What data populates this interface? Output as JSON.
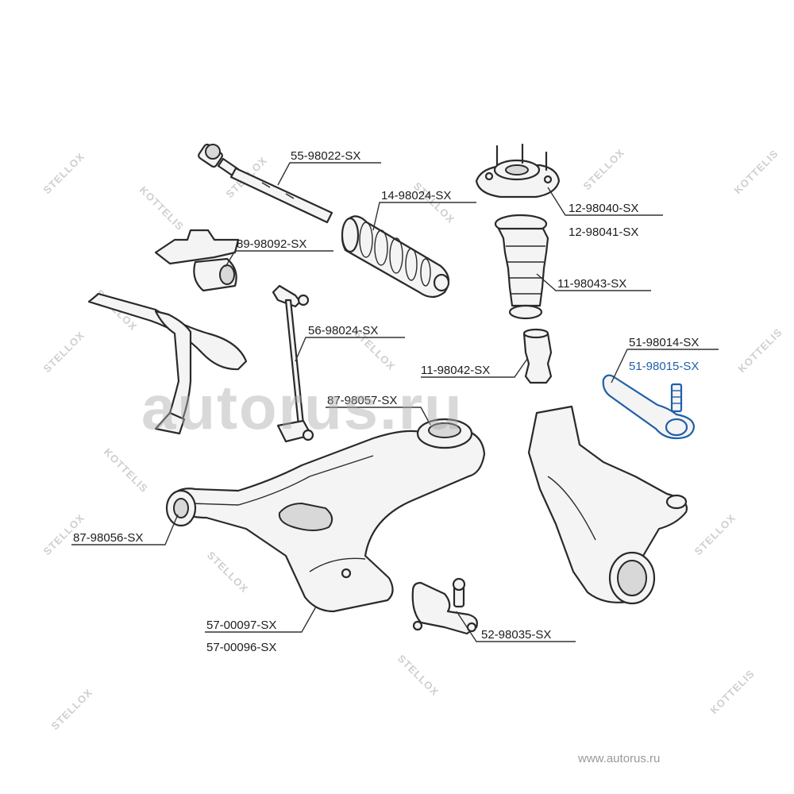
{
  "watermarks": {
    "brand_a": "STELLOX",
    "brand_b": "KOTTELIS",
    "site_big": "autorus.ru",
    "site_url": "www.autorus.ru"
  },
  "colors": {
    "highlight": "#1f5fa8",
    "line": "#2a2a2a",
    "watermark": "#cfcfcf"
  },
  "labels": {
    "tie_rod": "55-98022-SX",
    "bellows": "14-98024-SX",
    "strut_mount_a": "12-98040-SX",
    "strut_mount_b": "12-98041-SX",
    "stabilizer_bushing": "89-98092-SX",
    "dust_boot": "11-98043-SX",
    "stabilizer_link": "56-98024-SX",
    "bump_stop": "11-98042-SX",
    "tie_rod_end_a": "51-98014-SX",
    "tie_rod_end_b": "51-98015-SX",
    "rear_bushing": "87-98057-SX",
    "front_bushing": "87-98056-SX",
    "control_arm_a": "57-00097-SX",
    "control_arm_b": "57-00096-SX",
    "ball_joint": "52-98035-SX"
  }
}
